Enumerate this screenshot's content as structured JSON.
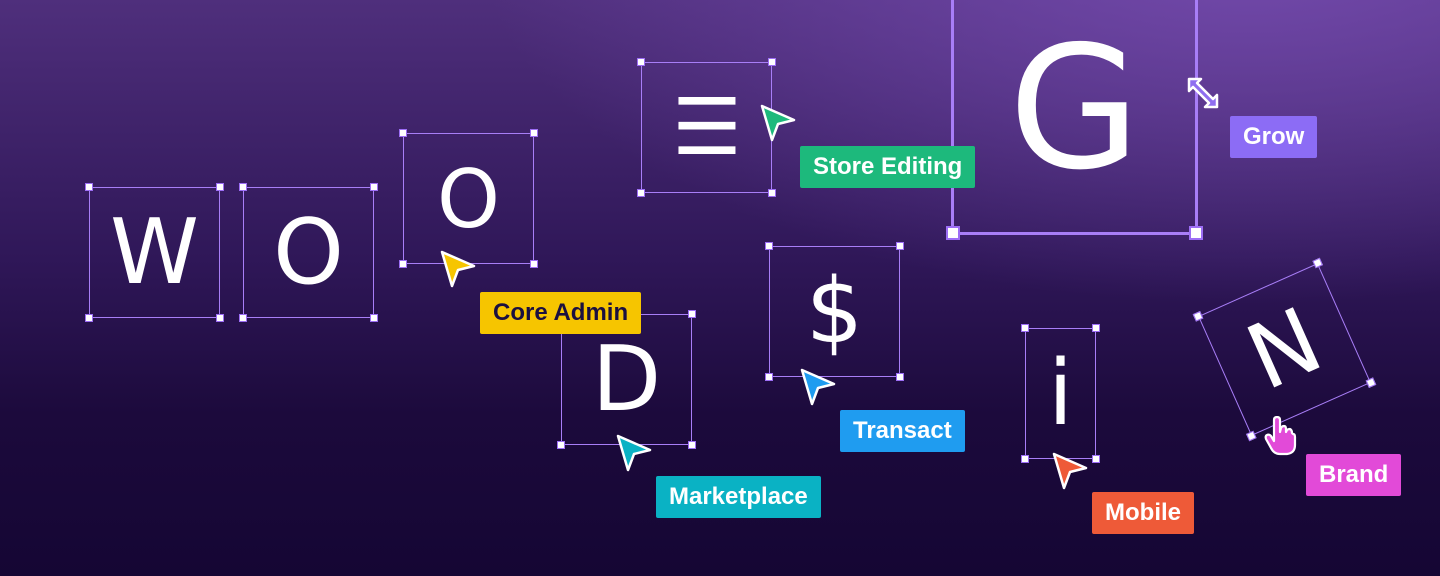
{
  "letters": {
    "w": "W",
    "o1": "O",
    "o2": "O",
    "menu": "☰",
    "d": "D",
    "dollar": "$",
    "g": "G",
    "i": "i",
    "n": "N"
  },
  "tags": [
    {
      "label": "Core Admin",
      "bg": "#f6c500",
      "fg": "#1b1040"
    },
    {
      "label": "Store Editing",
      "bg": "#1db97c",
      "fg": "#ffffff"
    },
    {
      "label": "Grow",
      "bg": "#8c6cf5",
      "fg": "#ffffff"
    },
    {
      "label": "Transact",
      "bg": "#1f9cf0",
      "fg": "#ffffff"
    },
    {
      "label": "Marketplace",
      "bg": "#0ab2c4",
      "fg": "#ffffff"
    },
    {
      "label": "Mobile",
      "bg": "#ee5a38",
      "fg": "#ffffff"
    },
    {
      "label": "Brand",
      "bg": "#e24ad8",
      "fg": "#ffffff"
    }
  ],
  "colors": {
    "frame": "#a87ef7",
    "handle_fill": "#ffffff",
    "bg_top": "#4f2f7c",
    "bg_bottom": "#150634"
  },
  "icons": [
    "arrow-cursor-icon",
    "resize-diagonal-icon",
    "hand-pointer-icon"
  ]
}
